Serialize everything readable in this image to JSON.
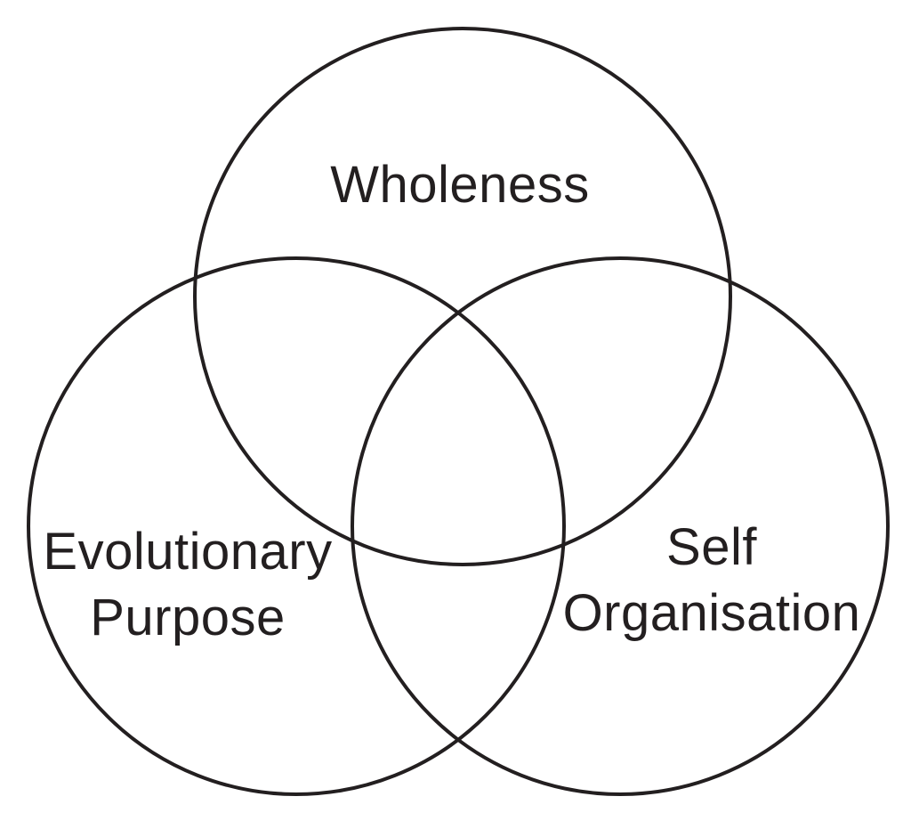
{
  "diagram": {
    "type": "venn-diagram",
    "background_color": "#ffffff",
    "stroke_color": "#231f20",
    "text_color": "#231f20",
    "circles": {
      "top": {
        "label": "Wholeness"
      },
      "left": {
        "label_line1": "Evolutionary",
        "label_line2": "Purpose"
      },
      "right": {
        "label_line1": "Self",
        "label_line2": "Organisation"
      }
    }
  }
}
